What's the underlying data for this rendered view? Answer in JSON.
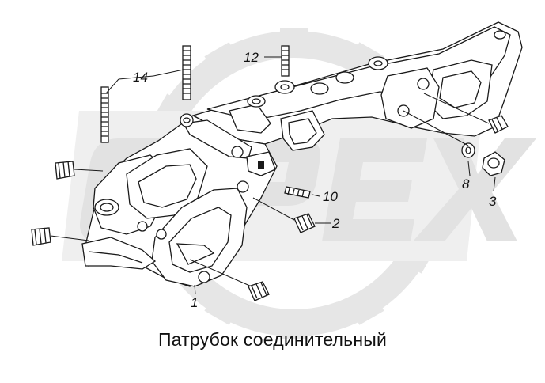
{
  "diagram": {
    "title": "Патрубок соединительный",
    "watermark_text": "OPEX",
    "callouts": [
      {
        "id": "callout-14",
        "label": "14"
      },
      {
        "id": "callout-12",
        "label": "12"
      },
      {
        "id": "callout-10",
        "label": "10"
      },
      {
        "id": "callout-2",
        "label": "2"
      },
      {
        "id": "callout-8",
        "label": "8"
      },
      {
        "id": "callout-3",
        "label": "3"
      },
      {
        "id": "callout-1",
        "label": "1"
      }
    ]
  },
  "colors": {
    "line": "#1a1a1a",
    "watermark": "#e6e6e6",
    "background": "#ffffff"
  }
}
